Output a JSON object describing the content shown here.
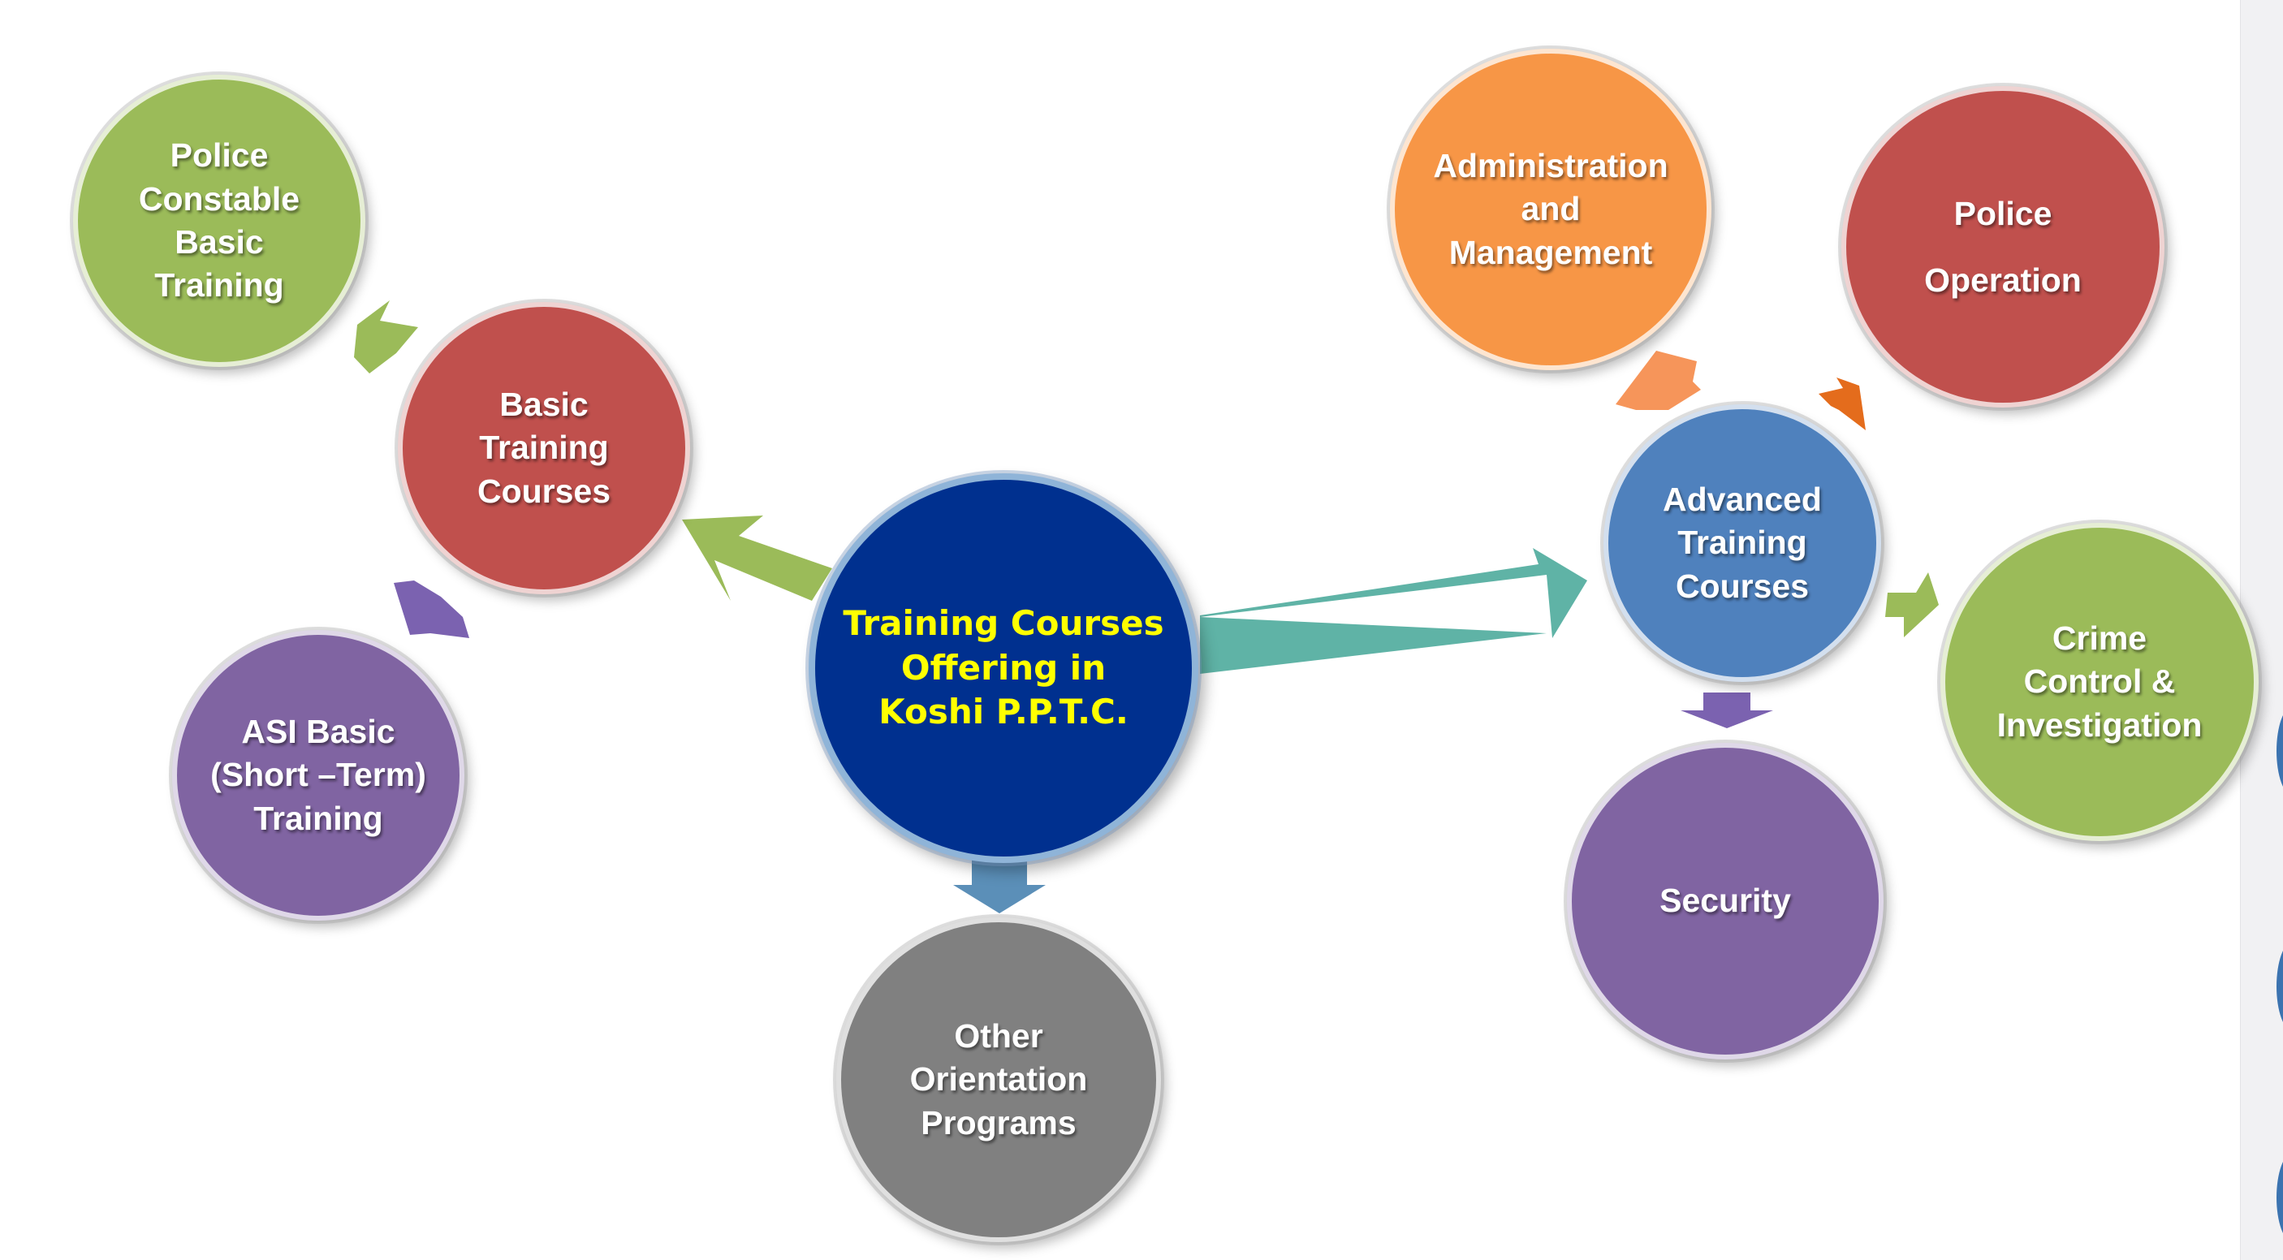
{
  "diagram": {
    "center": {
      "label": "Training Courses\nOffering in\nKoshi P.P.T.C.",
      "color": "#00308f"
    },
    "basic": {
      "label": "Basic\nTraining\nCourses",
      "color": "#c0504d",
      "children": [
        {
          "key": "constable",
          "label": "Police\nConstable\nBasic\nTraining",
          "color": "#9bbb59"
        },
        {
          "key": "asi",
          "label": "ASI Basic\n(Short –Term)\nTraining",
          "color": "#8064a2"
        }
      ]
    },
    "advanced": {
      "label": "Advanced\nTraining\nCourses",
      "color": "#4f81bd",
      "children": [
        {
          "key": "admin",
          "label": "Administration\nand\nManagement",
          "color": "#f79646"
        },
        {
          "key": "operation",
          "label": "Police\n\nOperation",
          "color": "#c0504d"
        },
        {
          "key": "crime",
          "label": "Crime\nControl &\nInvestigation",
          "color": "#9bbb59"
        },
        {
          "key": "security",
          "label": "Security",
          "color": "#8064a2"
        }
      ]
    },
    "other": {
      "label": "Other\nOrientation\nPrograms",
      "color": "#808080"
    },
    "arrow_colors": {
      "green": "#9bbb59",
      "teal": "#5fb3a6",
      "steel": "#5b8fb8",
      "purple": "#7b62b0",
      "orange": "#f6955a",
      "dark_orange": "#e46c1c"
    }
  }
}
